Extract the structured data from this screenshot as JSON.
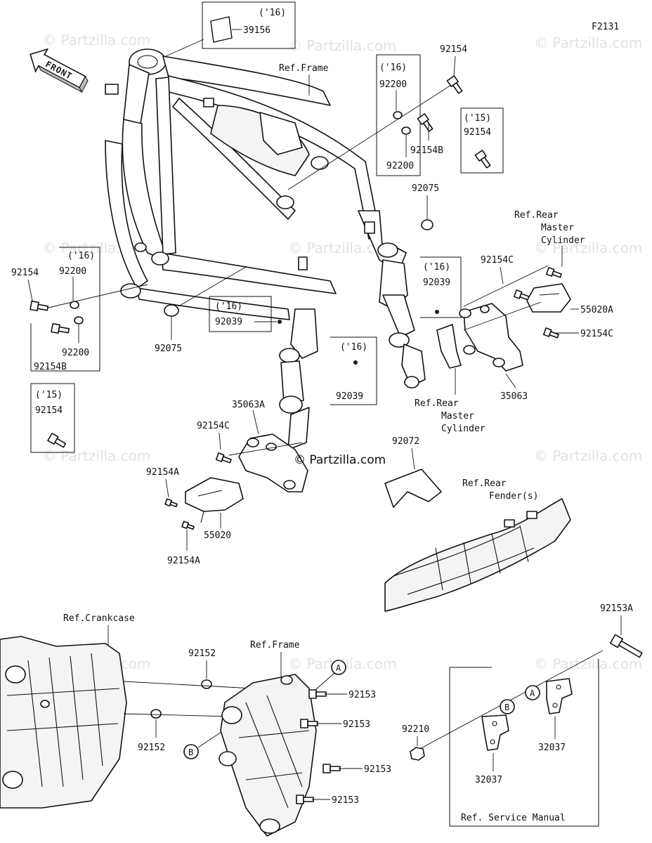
{
  "figure_code": "F2131",
  "front_arrow_label": "FRONT",
  "watermark_text": "© Partzilla.com",
  "center_watermark": "© Partzilla.com",
  "ref_labels": {
    "frame_top": "Ref.Frame",
    "rear_master_cylinder_top": [
      "Ref.Rear",
      "Master",
      "Cylinder"
    ],
    "rear_master_cylinder_bottom": [
      "Ref.Rear",
      "Master",
      "Cylinder"
    ],
    "rear_fenders": [
      "Ref.Rear",
      "Fender(s)"
    ],
    "crankcase": "Ref.Crankcase",
    "frame_bottom": "Ref.Frame",
    "service_manual": "Ref. Service Manual"
  },
  "year_tags": {
    "y16": "('16)",
    "y15": "('15)"
  },
  "circle_letters": {
    "a": "A",
    "b": "B"
  },
  "parts": {
    "p39156": "39156",
    "p92154": "92154",
    "p92200": "92200",
    "p92154B": "92154B",
    "p92075": "92075",
    "p92039": "92039",
    "p92154C": "92154C",
    "p55020A": "55020A",
    "p35063": "35063",
    "p35063A": "35063A",
    "p92154A": "92154A",
    "p55020": "55020",
    "p92072": "92072",
    "p92153A": "92153A",
    "p92152": "92152",
    "p92153": "92153",
    "p92210": "92210",
    "p32037": "32037"
  }
}
